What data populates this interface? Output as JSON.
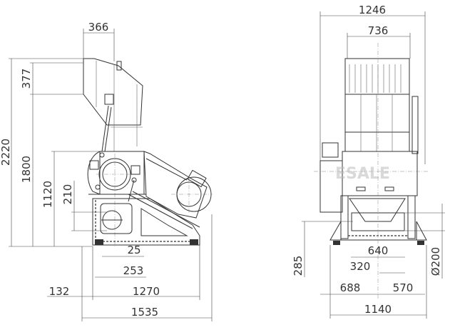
{
  "side_view": {
    "dims": {
      "hopper_width": "366",
      "total_height": "2220",
      "height_1800": "1800",
      "hopper_height": "377",
      "height_1120": "1120",
      "outlet_210": "210",
      "offset_25": "25",
      "offset_253": "253",
      "overhang_132": "132",
      "base_length": "1270",
      "total_length": "1535"
    }
  },
  "front_view": {
    "dims": {
      "total_width": "1246",
      "hopper_width": "736",
      "outlet_640": "640",
      "outlet_320": "320",
      "left_688": "688",
      "right_570": "570",
      "base_width": "1140",
      "outlet_height": "285",
      "pipe_diameter": "Ø200"
    }
  },
  "watermark": "ESALE"
}
